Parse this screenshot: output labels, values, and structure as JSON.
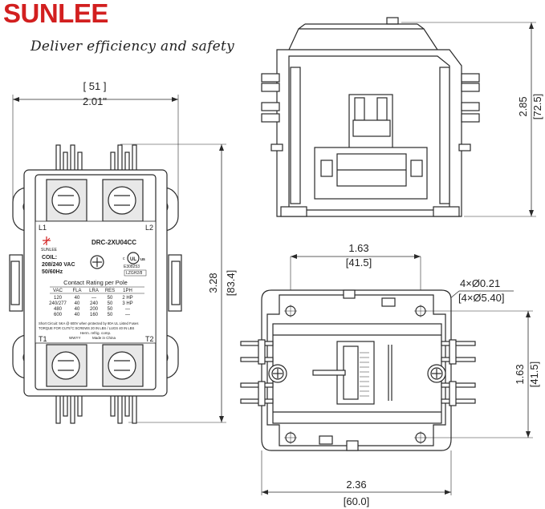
{
  "header": {
    "brand": "SUNLEE",
    "tagline": "Deliver efficiency and safety"
  },
  "colors": {
    "brand": "#d21f1f",
    "line": "#2a2a2a",
    "terminal": "#e8e8e8"
  },
  "front_view": {
    "width_mm": "[ 51 ]",
    "width_in": "2.01\"",
    "height_in": "3.28",
    "height_mm": "[83.4]",
    "terminals": {
      "l1": "L1",
      "l2": "L2",
      "t1": "T1",
      "t2": "T2"
    },
    "label": {
      "logo_text": "SUNLEE",
      "model": "DRC-2XU04CC",
      "coil_label": "COIL:",
      "coil_voltage": "208/240 VAC",
      "coil_freq": "50/60Hz",
      "ul_c": "c",
      "ul_us": "us",
      "ul_file": "E308253",
      "lzgh": "LZGH2/8",
      "rating_title": "Contact Rating per Pole",
      "table_headers": [
        "VAC",
        "FLA",
        "LRA",
        "RES",
        "1PH"
      ],
      "table_rows": [
        [
          "120",
          "40",
          "—",
          "50",
          "2 HP"
        ],
        [
          "240/277",
          "40",
          "240",
          "50",
          "3 HP"
        ],
        [
          "480",
          "40",
          "200",
          "50",
          "—"
        ],
        [
          "600",
          "40",
          "160",
          "50",
          "—"
        ]
      ],
      "short_circuit": "Short Circuit: 5KA @ 600V when protected by 80A UL Listed Fuses",
      "torque": "TORQUE FOR CU75°C:SCREWS 20 IN LBS / LUGS 40 IN LBS",
      "herm": "Herm. refrig. comp.",
      "wwyy": "WWYY",
      "made_in": "Made in China"
    }
  },
  "side_view": {
    "height_in": "2.85",
    "height_mm": "[72.5]"
  },
  "bottom_view": {
    "top_in": "1.63",
    "top_mm": "[41.5]",
    "holes_in": "4×Ø0.21",
    "holes_mm": "[4×Ø5.40]",
    "side_in": "1.63",
    "side_mm": "[41.5]",
    "bottom_in": "2.36",
    "bottom_mm": "[60.0]"
  }
}
